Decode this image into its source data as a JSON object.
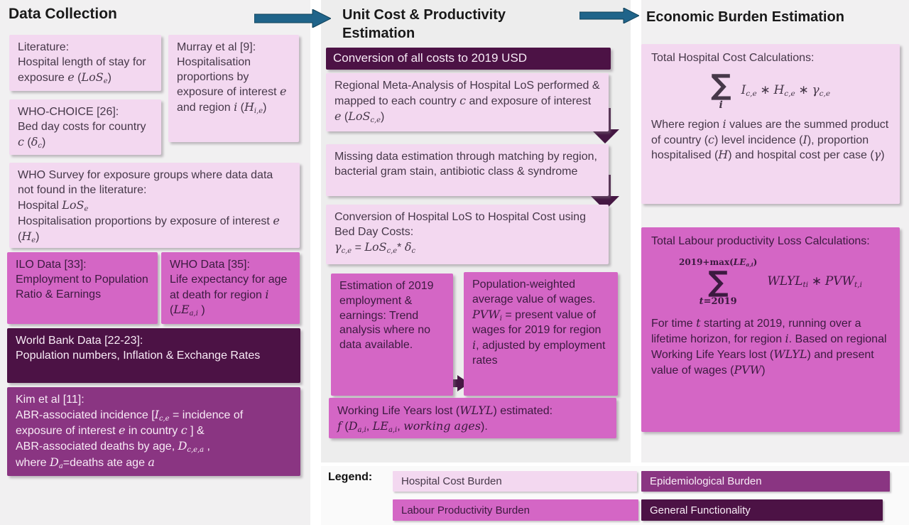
{
  "colors": {
    "light_pink": "#f3d8f0",
    "magenta": "#d466c5",
    "purple": "#8a3582",
    "dark_purple": "#4c1245",
    "teal_arrow": "#20648a",
    "arrow_purple": "#451743",
    "text_dark": "#463849",
    "text_magenta": "#3c1a40",
    "text_light": "#f8ebf6"
  },
  "titles": {
    "data_collection": "Data Collection",
    "unit_cost": "Unit Cost & Productivity Estimation",
    "economic_burden": "Economic Burden Estimation"
  },
  "left": {
    "literature": [
      {
        "t": "Literature:"
      },
      {
        "br": true
      },
      {
        "t": "Hospital length of stay for exposure "
      },
      {
        "v": "e"
      },
      {
        "t": " ("
      },
      {
        "v": "LoS"
      },
      {
        "sub": "e"
      },
      {
        "t": ")"
      }
    ],
    "murray": [
      {
        "t": "Murray et al [9]:"
      },
      {
        "br": true
      },
      {
        "t": "Hospitalisation proportions by exposure of interest "
      },
      {
        "v": "e"
      },
      {
        "t": " and region "
      },
      {
        "v": "i"
      },
      {
        "t": " ("
      },
      {
        "v": "H"
      },
      {
        "sub": "i,e"
      },
      {
        "t": ")"
      }
    ],
    "who_choice": [
      {
        "t": "WHO-CHOICE [26]:"
      },
      {
        "br": true
      },
      {
        "t": "Bed day costs for country "
      },
      {
        "v": "c"
      },
      {
        "t": " ("
      },
      {
        "v": "δ"
      },
      {
        "sub": "c"
      },
      {
        "t": ")"
      }
    ],
    "who_survey": [
      {
        "t": "WHO Survey for exposure groups where data data not found in the literature:"
      },
      {
        "br": true
      },
      {
        "t": "Hospital "
      },
      {
        "v": "LoS"
      },
      {
        "sub": "e"
      },
      {
        "br": true
      },
      {
        "t": "Hospitalisation proportions by exposure of interest "
      },
      {
        "v": "e"
      },
      {
        "t": " ("
      },
      {
        "v": "H"
      },
      {
        "sub": "e"
      },
      {
        "t": ")"
      }
    ],
    "ilo": [
      {
        "t": "ILO Data [33]:"
      },
      {
        "br": true
      },
      {
        "t": "Employment to Population Ratio & Earnings"
      }
    ],
    "who_data": [
      {
        "t": "WHO Data [35]:"
      },
      {
        "br": true
      },
      {
        "t": "Life expectancy for age at death for region "
      },
      {
        "v": "i"
      },
      {
        "t": " ("
      },
      {
        "v": "LE"
      },
      {
        "sub": "a,i"
      },
      {
        "t": " )"
      }
    ],
    "world_bank": [
      {
        "t": "World Bank Data [22-23]:"
      },
      {
        "br": true
      },
      {
        "t": "Population numbers, Inflation & Exchange Rates"
      }
    ],
    "kim": [
      {
        "t": "Kim et al [11]:"
      },
      {
        "br": true
      },
      {
        "t": "ABR-associated incidence ["
      },
      {
        "v": "I"
      },
      {
        "sub": "c,e"
      },
      {
        "t": " = incidence of exposure of interest "
      },
      {
        "v": "e"
      },
      {
        "t": " in country "
      },
      {
        "v": "c"
      },
      {
        "t": " ] &"
      },
      {
        "br": true
      },
      {
        "t": "ABR-associated deaths by age, "
      },
      {
        "v": "D"
      },
      {
        "sub": "c,e,a"
      },
      {
        "t": " ,"
      },
      {
        "br": true
      },
      {
        "t": "where "
      },
      {
        "v": "D"
      },
      {
        "sub": "a"
      },
      {
        "t": "=deaths ate age "
      },
      {
        "v": "a"
      }
    ]
  },
  "middle": {
    "conversion_usd": [
      {
        "t": "Conversion of all costs to 2019 USD"
      }
    ],
    "meta_analysis": [
      {
        "t": "Regional Meta-Analysis of Hospital LoS performed & mapped to each country "
      },
      {
        "v": "c"
      },
      {
        "t": " and exposure of interest "
      },
      {
        "v": "e"
      },
      {
        "t": "  ("
      },
      {
        "v": "LoS"
      },
      {
        "sub": "c,e"
      },
      {
        "t": ")"
      }
    ],
    "missing_data": [
      {
        "t": "Missing data estimation through matching by region, bacterial gram stain, antibiotic class & syndrome"
      }
    ],
    "conversion_los": [
      {
        "t": "Conversion of Hospital LoS to Hospital Cost using Bed Day Costs:"
      },
      {
        "br": true
      },
      {
        "v": "γ"
      },
      {
        "sub": "c,e"
      },
      {
        "t": " = "
      },
      {
        "v": "LoS"
      },
      {
        "sub": "c,e"
      },
      {
        "t": "* "
      },
      {
        "v": "δ"
      },
      {
        "sub": "c"
      }
    ],
    "employment_estimation": [
      {
        "t": "Estimation of 2019 employment & earnings: Trend analysis where no data available."
      }
    ],
    "pop_weighted": [
      {
        "t": "Population-weighted average value of wages. "
      },
      {
        "v": "PVW"
      },
      {
        "sub": "i"
      },
      {
        "t": " = present value of wages for 2019 for region "
      },
      {
        "v": "i"
      },
      {
        "t": ", adjusted by employment rates"
      }
    ],
    "wlyl": [
      {
        "t": "Working Life Years lost ("
      },
      {
        "v": "WLYL"
      },
      {
        "t": ") estimated:"
      },
      {
        "br": true
      },
      {
        "v": "f"
      },
      {
        "t": " ("
      },
      {
        "v": "D"
      },
      {
        "sub": "a,i"
      },
      {
        "t": ", "
      },
      {
        "v": "LE"
      },
      {
        "sub": "a,i"
      },
      {
        "t": ", "
      },
      {
        "v": "working ages"
      },
      {
        "t": ")."
      }
    ]
  },
  "right": {
    "hospital_title": [
      {
        "t": "Total Hospital Cost Calculations:"
      }
    ],
    "hospital_formula": {
      "sigma": "∑",
      "lower": [
        {
          "v": "i"
        }
      ],
      "body": [
        {
          "v": "I"
        },
        {
          "sub": "c,e"
        },
        {
          "t": " ∗ "
        },
        {
          "v": "H"
        },
        {
          "sub": "c,e"
        },
        {
          "t": " ∗ "
        },
        {
          "v": "γ"
        },
        {
          "sub": "c,e"
        }
      ]
    },
    "hospital_note": [
      {
        "t": "Where region "
      },
      {
        "v": "i"
      },
      {
        "t": " values are the summed product of country ("
      },
      {
        "v": "c"
      },
      {
        "t": ") level incidence ("
      },
      {
        "v": "I"
      },
      {
        "t": "), proportion hospitalised ("
      },
      {
        "v": "H"
      },
      {
        "t": ") and hospital cost per case ("
      },
      {
        "v": "γ"
      },
      {
        "t": ")"
      }
    ],
    "labour_title": [
      {
        "t": "Total Labour productivity Loss Calculations:"
      }
    ],
    "labour_formula": {
      "upper": [
        {
          "m": "2019+max("
        },
        {
          "v": "LE"
        },
        {
          "sub": "a,i"
        },
        {
          "m": ")"
        }
      ],
      "sigma": "∑",
      "lower": [
        {
          "v": "t"
        },
        {
          "m": "=2019"
        }
      ],
      "body": [
        {
          "v": "WLYL"
        },
        {
          "sub": "ti"
        },
        {
          "t": " ∗ "
        },
        {
          "v": "PVW"
        },
        {
          "sub": "t,i"
        }
      ]
    },
    "labour_note": [
      {
        "t": "For time "
      },
      {
        "v": "t"
      },
      {
        "t": " starting at 2019, running over a lifetime horizon, for region "
      },
      {
        "v": "i"
      },
      {
        "t": ". Based on regional Working Life Years lost ("
      },
      {
        "v": "WLYL"
      },
      {
        "t": ") and present value of wages ("
      },
      {
        "v": "PVW"
      },
      {
        "t": ")"
      }
    ]
  },
  "legend": {
    "label": "Legend:",
    "items": [
      {
        "label": "Hospital Cost Burden",
        "color": "#f3d8f0"
      },
      {
        "label": "Epidemiological Burden",
        "color": "#8a3582"
      },
      {
        "label": "Labour Productivity Burden",
        "color": "#d466c5"
      },
      {
        "label": "General Functionality",
        "color": "#4c1245"
      }
    ]
  }
}
